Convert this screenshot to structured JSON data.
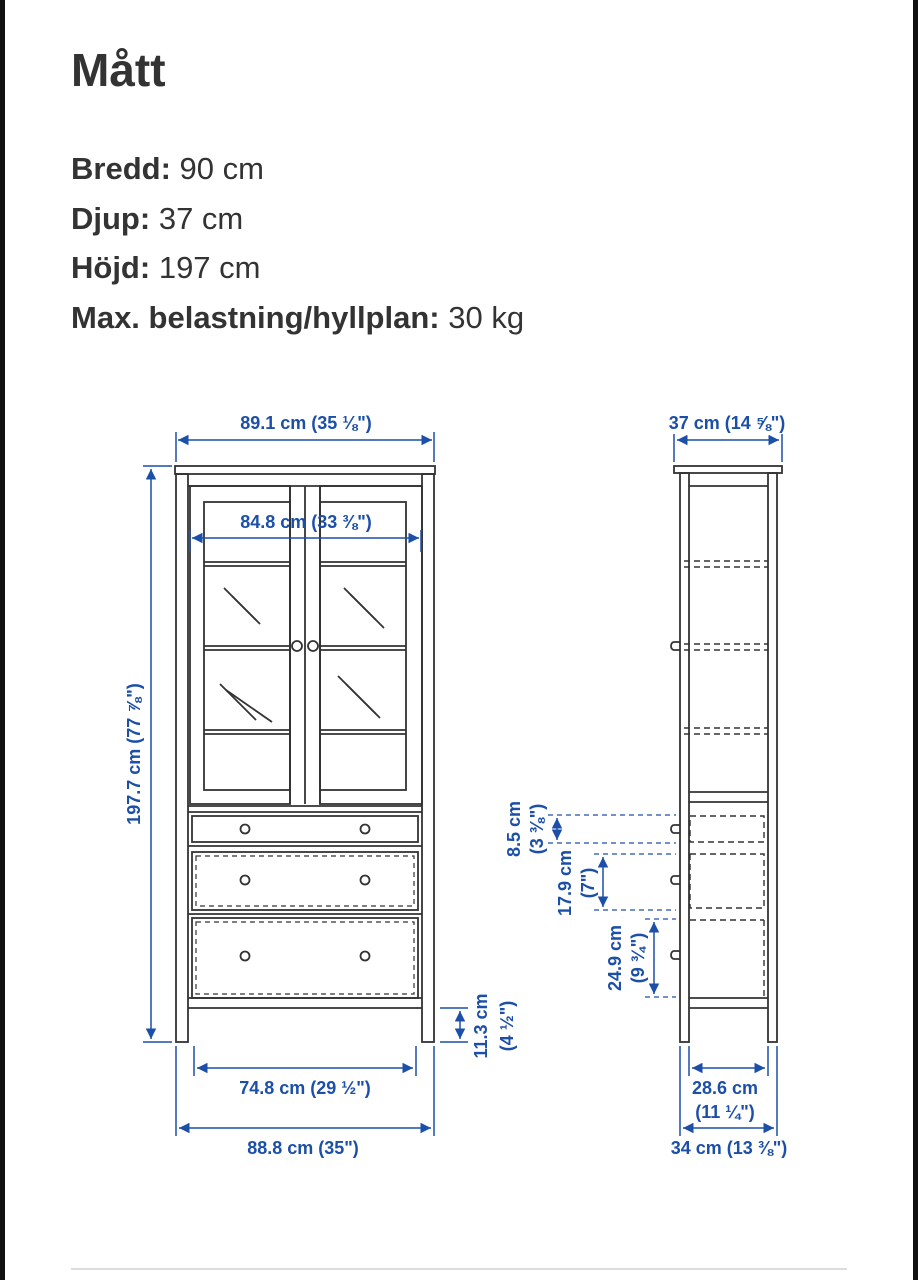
{
  "title": "Mått",
  "specs": [
    {
      "label": "Bredd:",
      "value": "90 cm"
    },
    {
      "label": "Djup:",
      "value": "37 cm"
    },
    {
      "label": "Höjd:",
      "value": "197 cm"
    },
    {
      "label": "Max. belastning/hyllplan:",
      "value": "30 kg"
    }
  ],
  "diagram": {
    "front_top_width": "89.1 cm (35 ⅛\")",
    "front_inner_width": "84.8 cm (33 ⅜\")",
    "front_height": "197.7 cm (77 ⅞\")",
    "leg_height": "11.3 cm",
    "leg_height_in": "(4 ½\")",
    "drawer_width": "74.8 cm (29 ½\")",
    "front_bottom_width": "88.8 cm (35\")",
    "drawer1_height": "8.5 cm",
    "drawer1_height_in": "(3 ⅜\")",
    "drawer2_height": "17.9 cm",
    "drawer2_height_in": "(7\")",
    "drawer3_height": "24.9 cm",
    "drawer3_height_in": "(9 ¾\")",
    "side_top_depth": "37 cm (14 ⅝\")",
    "side_inner_depth": "28.6 cm",
    "side_inner_depth_in": "(11 ¼\")",
    "side_bottom_depth": "34 cm (13 ⅜\")"
  },
  "colors": {
    "dimension": "#1c4fa8",
    "text": "#333333",
    "drawing": "#333333"
  }
}
